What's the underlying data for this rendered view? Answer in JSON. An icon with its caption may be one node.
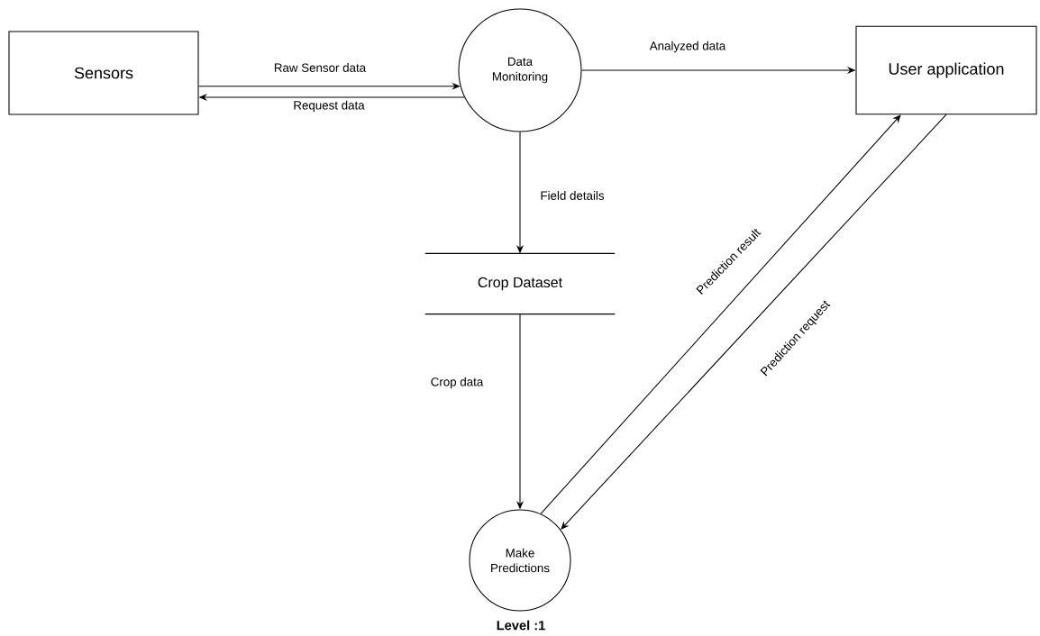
{
  "diagram": {
    "caption": "Level :1",
    "nodes": [
      {
        "text": [
          "Sensors"
        ]
      },
      {
        "text": [
          "Data Monitoring"
        ]
      },
      {
        "text": [
          "User application"
        ]
      },
      {
        "text": [
          "Crop Dataset"
        ]
      },
      {
        "text": [
          "Make Predictions"
        ]
      }
    ],
    "edges": [
      {
        "from": 0,
        "to": 1,
        "arrow": "to",
        "label": "Raw Sensor data"
      },
      {
        "from": 1,
        "to": 0,
        "arrow": "to",
        "label": "Request data"
      },
      {
        "from": 1,
        "to": 2,
        "arrow": "to",
        "label": "Analyzed data"
      },
      {
        "from": 1,
        "to": 3,
        "arrow": "to",
        "label": "Field details"
      },
      {
        "from": 3,
        "to": 4,
        "arrow": "to",
        "label": "Crop data"
      },
      {
        "from": 4,
        "to": 2,
        "arrow": "to",
        "label": "Prediction result"
      },
      {
        "from": 2,
        "to": 4,
        "arrow": "to",
        "label": "Prediction request"
      }
    ]
  }
}
